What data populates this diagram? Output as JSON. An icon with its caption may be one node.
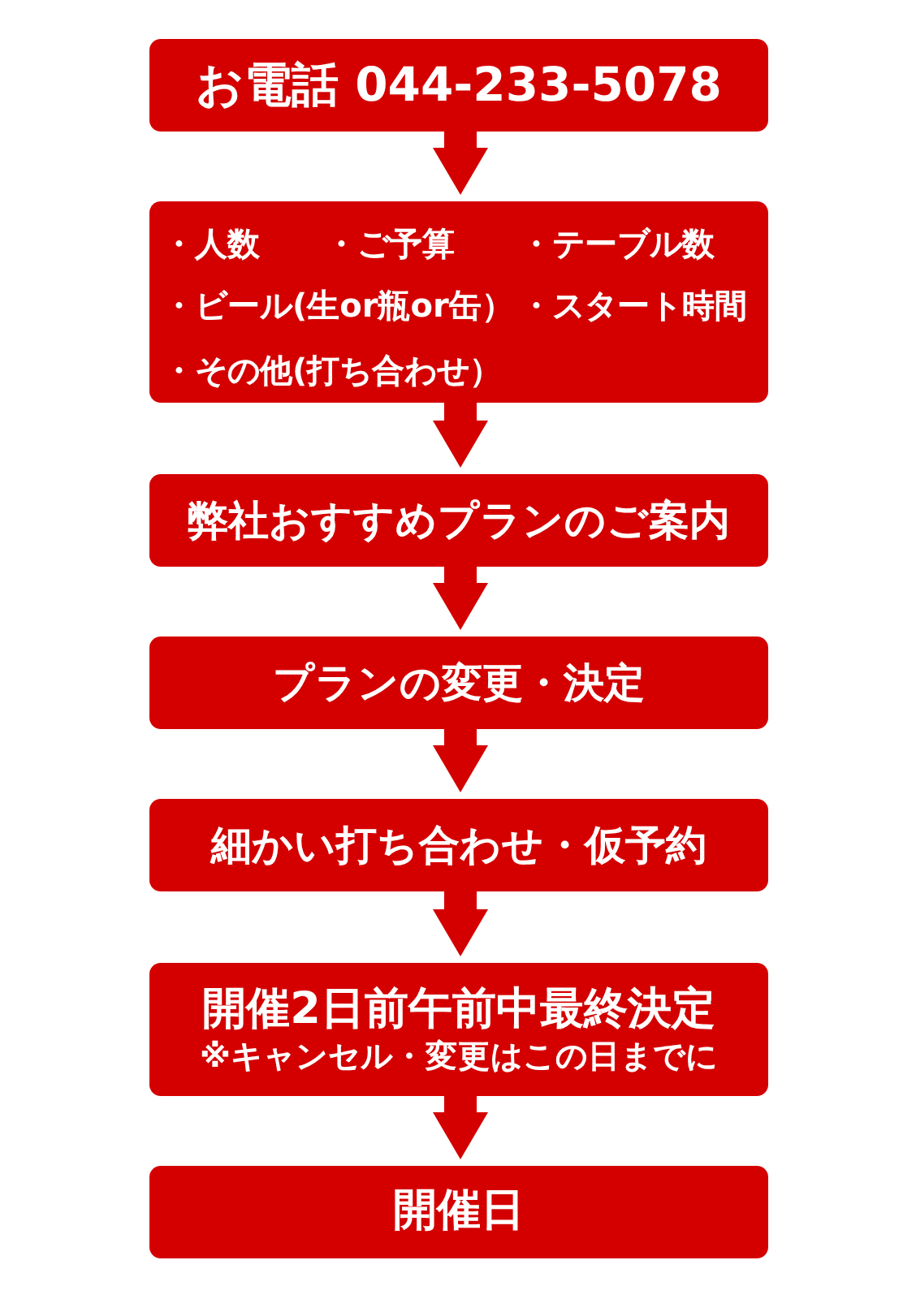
{
  "diagram": {
    "nodes": [
      {
        "text": [
          "お電話 044-233-5078"
        ]
      },
      {
        "text": [
          "・人数",
          "・ご予算",
          "・テーブル数",
          "・ビール(生or瓶or缶）",
          "・スタート時間",
          "・その他(打ち合わせ）"
        ]
      },
      {
        "text": [
          "弊社おすすめプランのご案内"
        ]
      },
      {
        "text": [
          "プランの変更・決定"
        ]
      },
      {
        "text": [
          "細かい打ち合わせ・仮予約"
        ]
      },
      {
        "text": [
          "開催2日前午前中最終決定",
          "※キャンセル・変更はこの日までに"
        ]
      },
      {
        "text": [
          "開催日"
        ]
      }
    ],
    "edges": [
      {
        "from": 0,
        "to": 1,
        "arrow": "to"
      },
      {
        "from": 1,
        "to": 2,
        "arrow": "to"
      },
      {
        "from": 2,
        "to": 3,
        "arrow": "to"
      },
      {
        "from": 3,
        "to": 4,
        "arrow": "to"
      },
      {
        "from": 4,
        "to": 5,
        "arrow": "to"
      },
      {
        "from": 5,
        "to": 6,
        "arrow": "to"
      }
    ]
  }
}
